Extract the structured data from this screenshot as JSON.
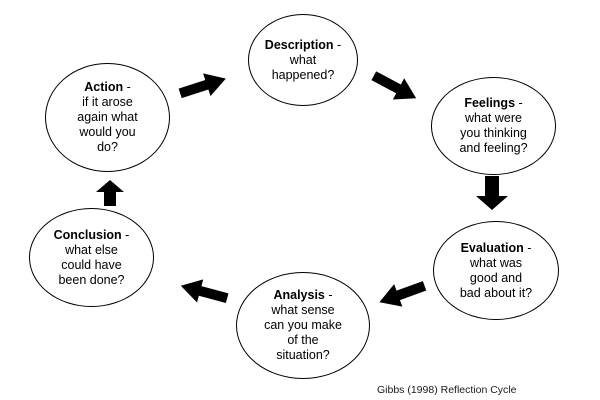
{
  "caption": "Gibbs (1998) Reflection Cycle",
  "nodes": {
    "description": {
      "title": "Description",
      "text": "what\nhappened?"
    },
    "feelings": {
      "title": "Feelings",
      "text": "what were\nyou thinking\nand feeling?"
    },
    "evaluation": {
      "title": "Evaluation",
      "text": "what was\ngood and\nbad about it?"
    },
    "analysis": {
      "title": "Analysis",
      "text": "what sense\ncan you make\nof the\nsituation?"
    },
    "conclusion": {
      "title": "Conclusion",
      "text": "what else\ncould have\nbeen done?"
    },
    "action": {
      "title": "Action",
      "text": "if it arose\nagain what\nwould you\ndo?"
    }
  },
  "colors": {
    "arrow": "#000000",
    "outline": "#000000",
    "background": "#ffffff"
  }
}
